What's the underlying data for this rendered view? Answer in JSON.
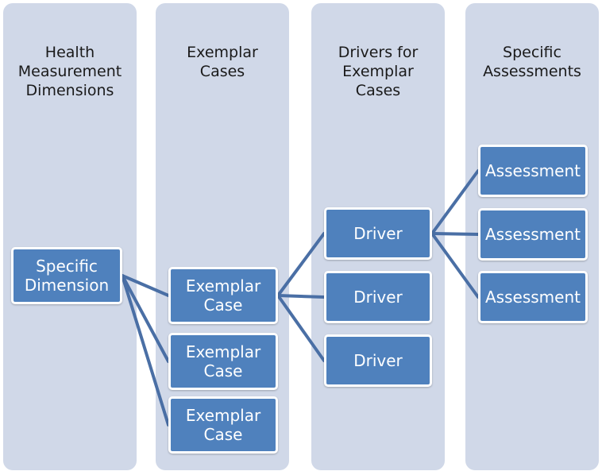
{
  "columns": [
    {
      "header": [
        "Health",
        "Measurement",
        "Dimensions"
      ]
    },
    {
      "header": [
        "Exemplar",
        "Cases"
      ]
    },
    {
      "header": [
        "Drivers for",
        "Exemplar",
        "Cases"
      ]
    },
    {
      "header": [
        "Specific",
        "Assessments"
      ]
    }
  ],
  "nodes": {
    "dimension": [
      "Specific",
      "Dimension"
    ],
    "exemplar_cases": [
      [
        "Exemplar",
        "Case"
      ],
      [
        "Exemplar",
        "Case"
      ],
      [
        "Exemplar",
        "Case"
      ]
    ],
    "drivers": [
      "Driver",
      "Driver",
      "Driver"
    ],
    "assessments": [
      "Assessment",
      "Assessment",
      "Assessment"
    ]
  },
  "colors": {
    "column_bg": "#d0d8e8",
    "node_fill": "#4f81bd",
    "node_border": "#ffffff",
    "connector": "#4a6fa5"
  }
}
